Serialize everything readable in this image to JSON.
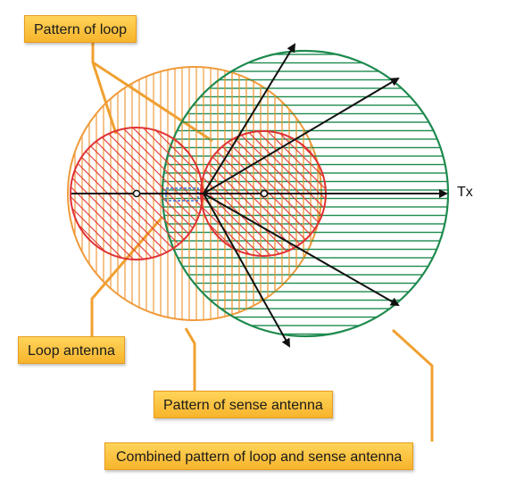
{
  "labels": {
    "pattern_of_loop": "Pattern of loop",
    "loop_antenna": "Loop antenna",
    "pattern_of_sense_antenna": "Pattern of sense antenna",
    "combined_pattern": "Combined pattern of loop and sense antenna",
    "tx": "Tx"
  },
  "colors": {
    "sense": "#ef9a3a",
    "loop": "#e03232",
    "combined": "#1e8a4e",
    "callout_line": "#f0a030",
    "arrow": "#111111",
    "antenna": "#3a6fd0"
  }
}
